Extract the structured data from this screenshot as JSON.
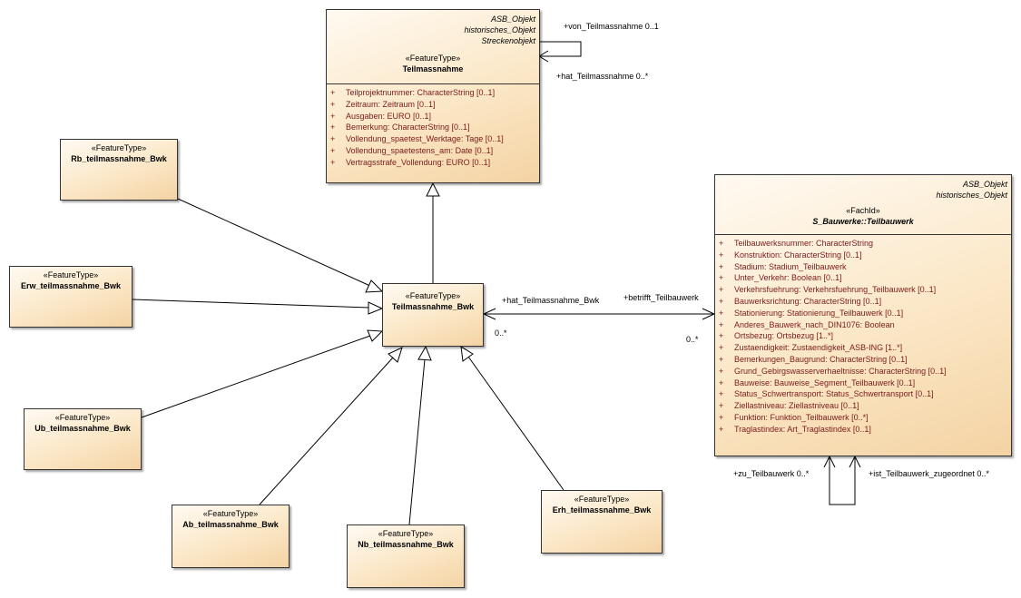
{
  "teilmassnahme": {
    "supertypes": [
      "ASB_Objekt",
      "historisches_Objekt",
      "Streckenobjekt"
    ],
    "stereotype": "«FeatureType»",
    "name": "Teilmassnahme",
    "attributes": [
      {
        "vis": "+",
        "text": "Teilprojektnummer: CharacterString [0..1]"
      },
      {
        "vis": "+",
        "text": "Zeitraum: Zeitraum [0..1]"
      },
      {
        "vis": "+",
        "text": "Ausgaben: EURO [0..1]"
      },
      {
        "vis": "+",
        "text": "Bemerkung: CharacterString [0..1]"
      },
      {
        "vis": "+",
        "text": "Vollendung_spaetest_Werktage: Tage [0..1]"
      },
      {
        "vis": "+",
        "text": "Vollendung_spaetestens_am: Date [0..1]"
      },
      {
        "vis": "+",
        "text": "Vertragsstrafe_Vollendung: EURO [0..1]"
      }
    ]
  },
  "teilbauwerk": {
    "supertypes": [
      "ASB_Objekt",
      "historisches_Objekt"
    ],
    "stereotype": "«FachId»",
    "name": "S_Bauwerke::Teilbauwerk",
    "attributes": [
      {
        "vis": "+",
        "text": "Teilbauwerksnummer: CharacterString"
      },
      {
        "vis": "+",
        "text": "Konstruktion: CharacterString [0..1]"
      },
      {
        "vis": "+",
        "text": "Stadium: Stadium_Teilbauwerk"
      },
      {
        "vis": "+",
        "text": "Unter_Verkehr: Boolean [0..1]"
      },
      {
        "vis": "+",
        "text": "Verkehrsfuehrung: Verkehrsfuehrung_Teilbauwerk [0..1]"
      },
      {
        "vis": "+",
        "text": "Bauwerksrichtung: CharacterString [0..1]"
      },
      {
        "vis": "+",
        "text": "Stationierung: Stationierung_Teilbauwerk [0..1]"
      },
      {
        "vis": "+",
        "text": "Anderes_Bauwerk_nach_DIN1076: Boolean"
      },
      {
        "vis": "+",
        "text": "Ortsbezug: Ortsbezug [1..*]"
      },
      {
        "vis": "+",
        "text": "Zustaendigkeit: Zustaendigkeit_ASB-ING [1..*]"
      },
      {
        "vis": "+",
        "text": "Bemerkungen_Baugrund: CharacterString [0..1]"
      },
      {
        "vis": "+",
        "text": "Grund_Gebirgswasserverhaeltnisse: CharacterString [0..1]"
      },
      {
        "vis": "+",
        "text": "Bauweise: Bauweise_Segment_Teilbauwerk [0..1]"
      },
      {
        "vis": "+",
        "text": "Status_Schwertransport: Status_Schwertransport [0..1]"
      },
      {
        "vis": "+",
        "text": "Ziellastniveau: Ziellastniveau [0..1]"
      },
      {
        "vis": "+",
        "text": "Funktion: Funktion_Teilbauwerk [0..*]"
      },
      {
        "vis": "+",
        "text": "Traglastindex: Art_Traglastindex [0..1]"
      }
    ]
  },
  "teilmassnahme_bwk": {
    "stereotype": "«FeatureType»",
    "name": "Teilmassnahme_Bwk"
  },
  "rb": {
    "stereotype": "«FeatureType»",
    "name": "Rb_teilmassnahme_Bwk"
  },
  "erw": {
    "stereotype": "«FeatureType»",
    "name": "Erw_teilmassnahme_Bwk"
  },
  "ub": {
    "stereotype": "«FeatureType»",
    "name": "Ub_teilmassnahme_Bwk"
  },
  "ab": {
    "stereotype": "«FeatureType»",
    "name": "Ab_teilmassnahme_Bwk"
  },
  "nb": {
    "stereotype": "«FeatureType»",
    "name": "Nb_teilmassnahme_Bwk"
  },
  "erh": {
    "stereotype": "«FeatureType»",
    "name": "Erh_teilmassnahme_Bwk"
  },
  "labels": {
    "von_teilmassnahme": "+von_Teilmassnahme 0..1",
    "hat_teilmassnahme": "+hat_Teilmassnahme 0..*",
    "hat_teilmassnahme_bwk": "+hat_Teilmassnahme_Bwk",
    "mult_bwk": "0..*",
    "betrifft_teilbauwerk": "+betrifft_Teilbauwerk",
    "mult_tbw": "0..*",
    "zu_teilbauwerk": "+zu_Teilbauwerk 0..*",
    "ist_teilbauwerk_zugeordnet": "+ist_Teilbauwerk_zugeordnet 0..*"
  }
}
